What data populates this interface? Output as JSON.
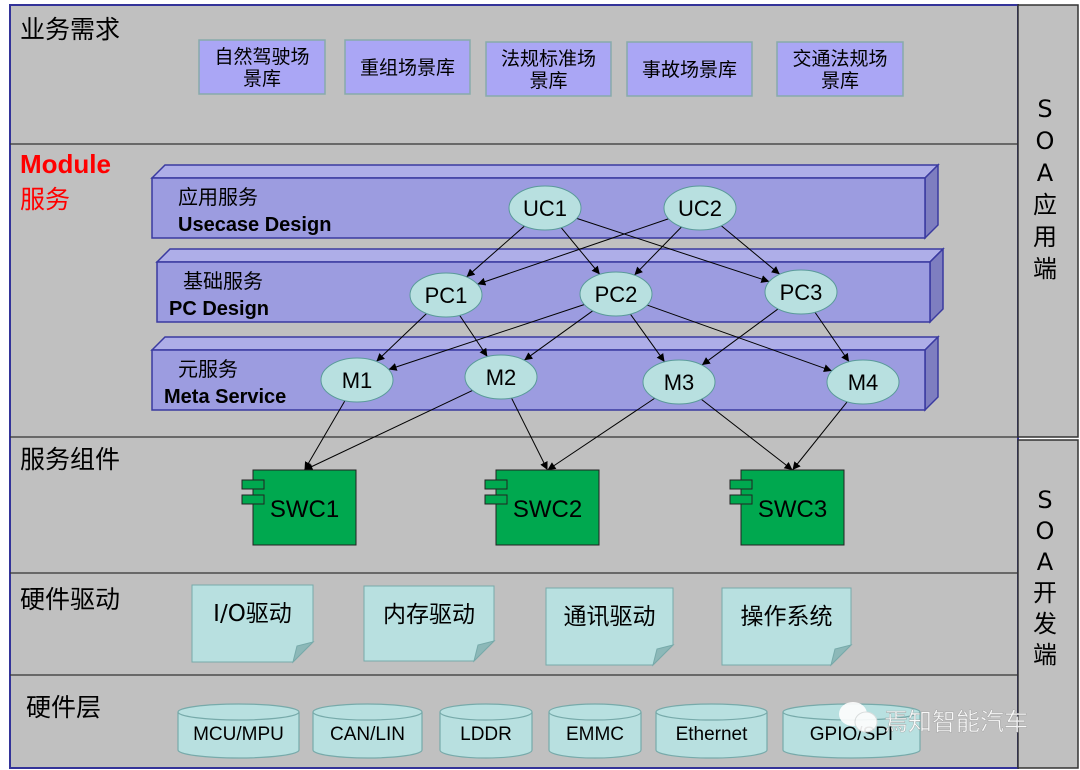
{
  "colors": {
    "background": "#c0c0c0",
    "scenario_box": "#aaa6f5",
    "service_bar": "#9c9ce0",
    "node": "#b8e0e0",
    "swc": "#00a84f",
    "note": "#b8e0e0",
    "accent_red": "#ff0000"
  },
  "layers": {
    "business": "业务需求",
    "module_en": "Module",
    "module_cn": "服务",
    "component": "服务组件",
    "driver": "硬件驱动",
    "hardware": "硬件层"
  },
  "side": {
    "app": [
      "S",
      "O",
      "A",
      "应",
      "用",
      "端"
    ],
    "dev": [
      "S",
      "O",
      "A",
      "开",
      "发",
      "端"
    ]
  },
  "scenarios": [
    [
      "自然驾驶场",
      "景库"
    ],
    [
      "重组场景库"
    ],
    [
      "法规标准场",
      "景库"
    ],
    [
      "事故场景库"
    ],
    [
      "交通法规场",
      "景库"
    ]
  ],
  "bars": [
    {
      "cn": "应用服务",
      "en": "Usecase Design"
    },
    {
      "cn": "基础服务",
      "en": "PC Design"
    },
    {
      "cn": "元服务",
      "en": "Meta Service"
    }
  ],
  "nodes": {
    "UC1": "UC1",
    "UC2": "UC2",
    "PC1": "PC1",
    "PC2": "PC2",
    "PC3": "PC3",
    "M1": "M1",
    "M2": "M2",
    "M3": "M3",
    "M4": "M4",
    "SWC1": "SWC1",
    "SWC2": "SWC2",
    "SWC3": "SWC3"
  },
  "edges": [
    [
      "UC1",
      "PC1"
    ],
    [
      "UC1",
      "PC2"
    ],
    [
      "UC1",
      "PC3"
    ],
    [
      "UC2",
      "PC1"
    ],
    [
      "UC2",
      "PC2"
    ],
    [
      "UC2",
      "PC3"
    ],
    [
      "PC1",
      "M1"
    ],
    [
      "PC1",
      "M2"
    ],
    [
      "PC2",
      "M1"
    ],
    [
      "PC2",
      "M2"
    ],
    [
      "PC2",
      "M3"
    ],
    [
      "PC2",
      "M4"
    ],
    [
      "PC3",
      "M3"
    ],
    [
      "PC3",
      "M4"
    ],
    [
      "M1",
      "SWC1"
    ],
    [
      "M2",
      "SWC1"
    ],
    [
      "M2",
      "SWC2"
    ],
    [
      "M3",
      "SWC2"
    ],
    [
      "M3",
      "SWC3"
    ],
    [
      "M4",
      "SWC3"
    ]
  ],
  "drivers": [
    "I/O驱动",
    "内存驱动",
    "通讯驱动",
    "操作系统"
  ],
  "hardware": [
    "MCU/MPU",
    "CAN/LIN",
    "LDDR",
    "EMMC",
    "Ethernet",
    "GPIO/SPI"
  ],
  "watermark": "焉知智能汽车"
}
